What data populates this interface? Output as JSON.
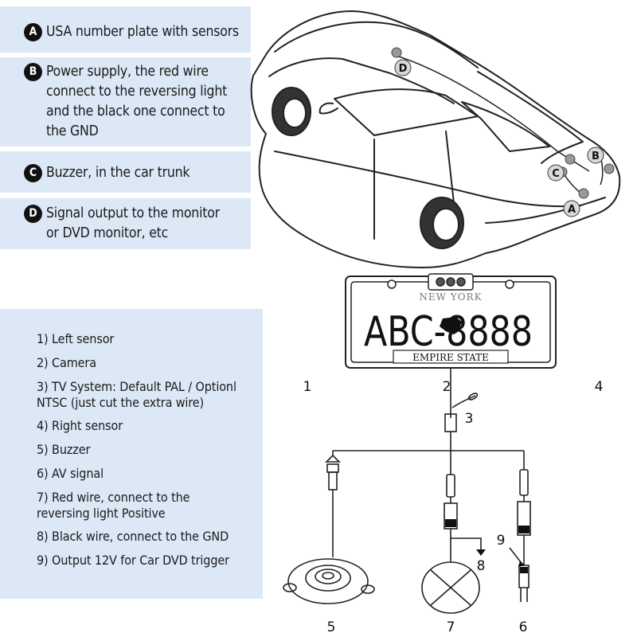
{
  "legend": [
    {
      "badge": "A",
      "text": "USA number plate with sensors"
    },
    {
      "badge": "B",
      "text": "Power supply, the red wire\nconnect to the reversing light\nand the black one connect to\nthe GND"
    },
    {
      "badge": "C",
      "text": "Buzzer, in the car trunk"
    },
    {
      "badge": "D",
      "text": "Signal output to the monitor\nor DVD monitor, etc"
    }
  ],
  "car_markers": [
    "A",
    "B",
    "C",
    "D"
  ],
  "plate": {
    "top_text": "NEW YORK",
    "number": "ABC-8888",
    "bottom_text": "EMPIRE STATE"
  },
  "components": [
    {
      "num": "1",
      "text": "1) Left sensor"
    },
    {
      "num": "2",
      "text": "2) Camera"
    },
    {
      "num": "3",
      "text": "3) TV System: Default PAL / Optionl\n     NTSC (just cut the extra wire)"
    },
    {
      "num": "4",
      "text": "4) Right sensor"
    },
    {
      "num": "5",
      "text": "5) Buzzer"
    },
    {
      "num": "6",
      "text": "6) AV signal"
    },
    {
      "num": "7",
      "text": "7) Red wire, connect to the\n     reversing light Positive"
    },
    {
      "num": "8",
      "text": "8) Black wire, connect to the GND"
    },
    {
      "num": "9",
      "text": "9) Output 12V for Car DVD trigger"
    }
  ],
  "diagram_numbers": [
    "1",
    "2",
    "3",
    "4",
    "5",
    "6",
    "7",
    "8",
    "9"
  ],
  "colors": {
    "panel": "#dde8f6",
    "badge": "#111111",
    "line": "#222222",
    "marker": "#d9d9d9"
  }
}
